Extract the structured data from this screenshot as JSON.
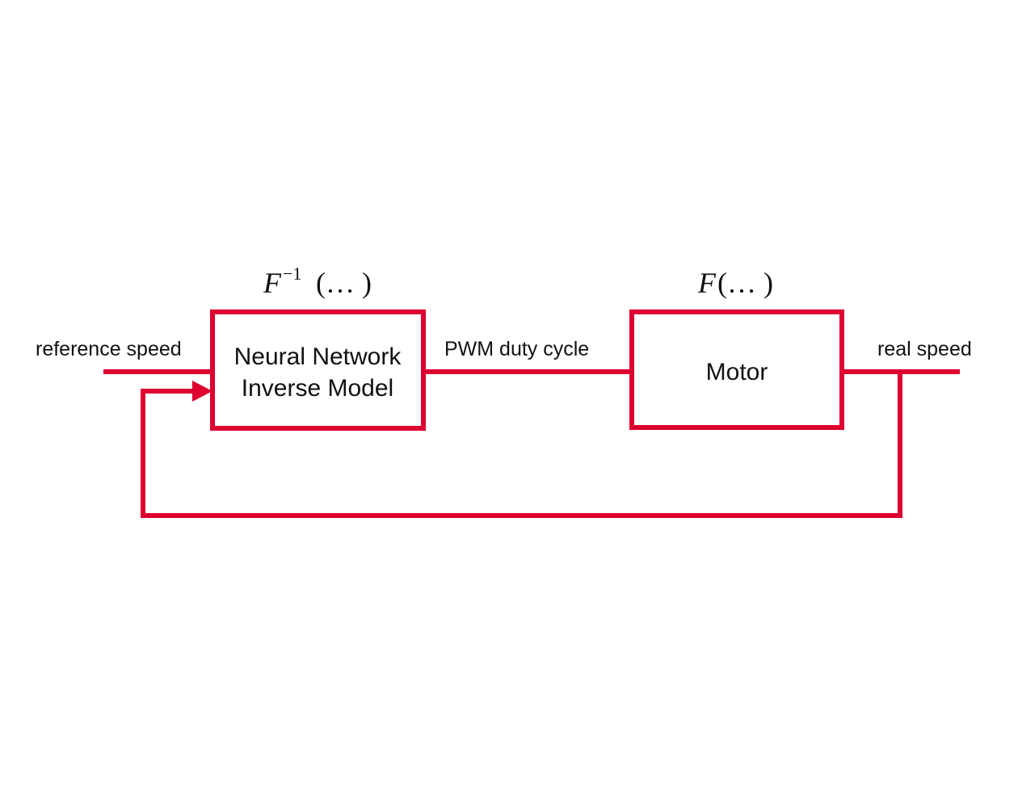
{
  "diagram": {
    "stroke_color": "#dd0030",
    "text_color": "#111111",
    "blocks": {
      "inverse_model": {
        "line1": "Neural Network",
        "line2": "Inverse Model",
        "function": {
          "base": "F",
          "superscript": "−1",
          "args": "(… )"
        }
      },
      "motor": {
        "label": "Motor",
        "function": {
          "base": "F",
          "args": "(… )"
        }
      }
    },
    "signals": {
      "input": "reference speed",
      "intermediate": "PWM duty cycle",
      "output": "real speed"
    }
  }
}
